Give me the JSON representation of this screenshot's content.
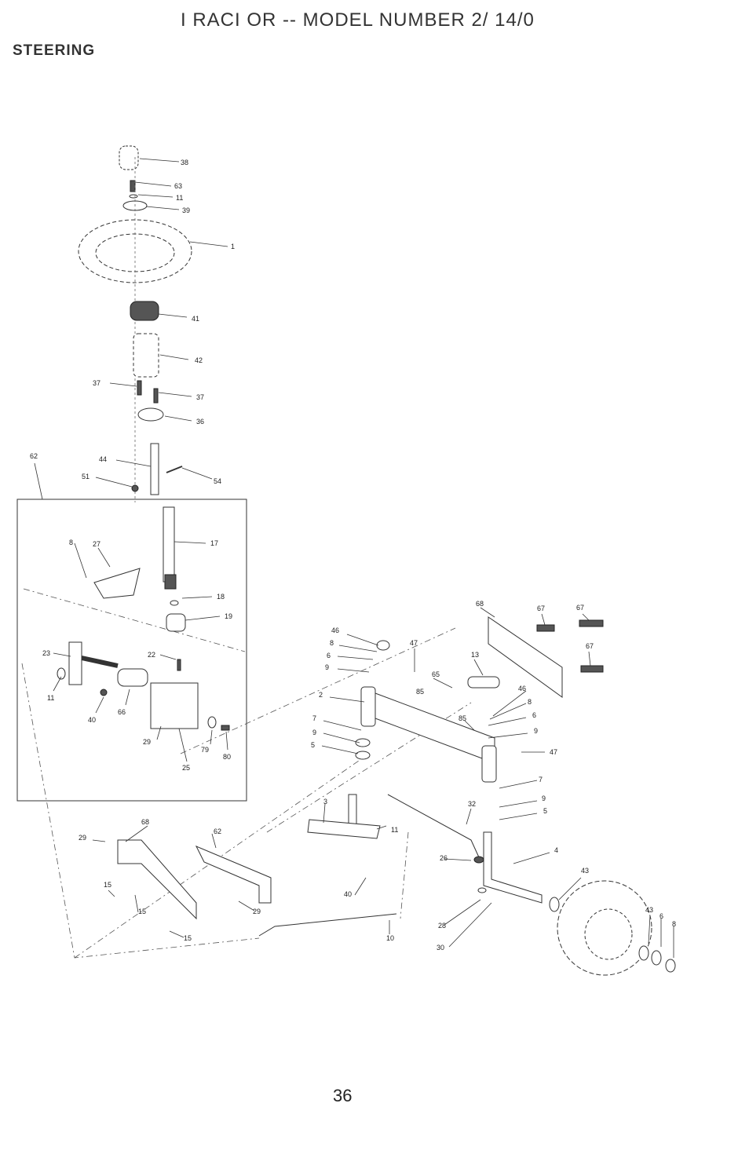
{
  "header": {
    "title": "I RACI OR -- MODEL NUMBER 2/ 14/0",
    "section": "STEERING"
  },
  "footer": {
    "page_number": "36"
  },
  "callouts": [
    "38",
    "63",
    "11",
    "39",
    "1",
    "41",
    "42",
    "37",
    "37",
    "36",
    "44",
    "62",
    "51",
    "54",
    "17",
    "8",
    "27",
    "18",
    "19",
    "23",
    "22",
    "11",
    "40",
    "66",
    "29",
    "79",
    "80",
    "25",
    "68",
    "67",
    "67",
    "67",
    "46",
    "8",
    "47",
    "6",
    "9",
    "13",
    "65",
    "85",
    "2",
    "46",
    "8",
    "85",
    "6",
    "7",
    "9",
    "9",
    "5",
    "47",
    "7",
    "9",
    "5",
    "3",
    "32",
    "11",
    "4",
    "26",
    "29",
    "68",
    "62",
    "40",
    "43",
    "15",
    "15",
    "29",
    "15",
    "43",
    "6",
    "8",
    "28",
    "10",
    "30"
  ]
}
